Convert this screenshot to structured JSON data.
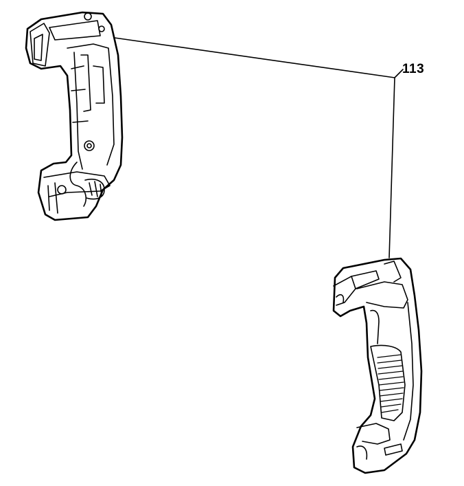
{
  "diagram": {
    "callout": {
      "number": "113"
    },
    "parts": [
      {
        "id": "housing-half-left",
        "view": "interior"
      },
      {
        "id": "housing-half-right",
        "view": "exterior"
      }
    ]
  }
}
